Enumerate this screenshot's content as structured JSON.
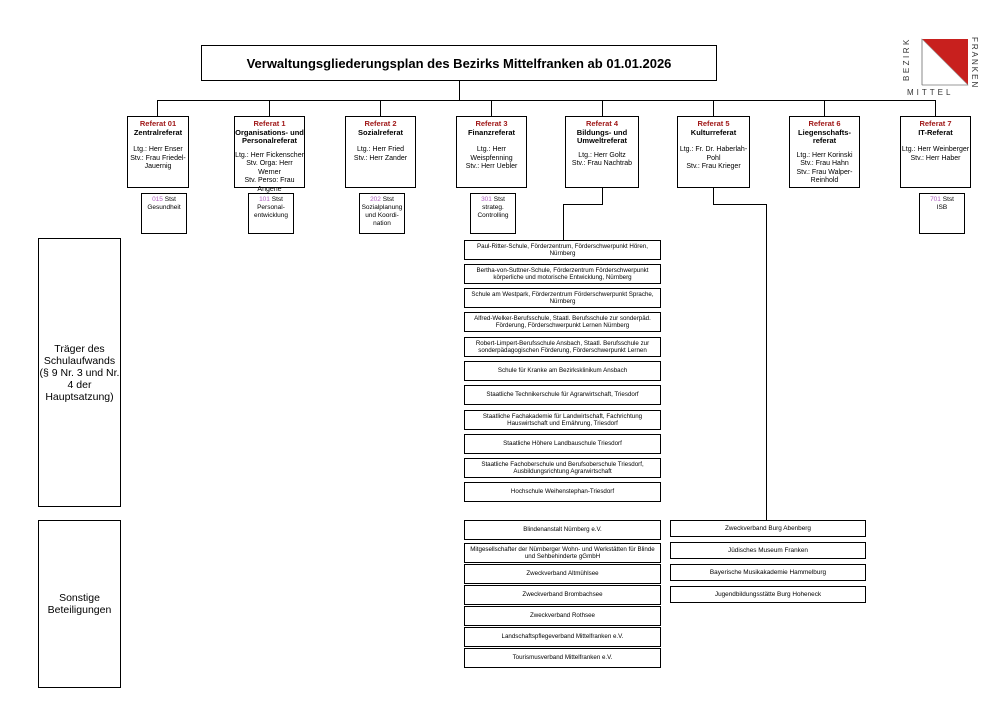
{
  "title": "Verwaltungsgliederungsplan des Bezirks Mittelfranken ab 01.01.2026",
  "logo": {
    "top": "BEZIRK",
    "left": "MITTEL",
    "right": "FRANKEN",
    "accent": "#c8201e"
  },
  "colors": {
    "referat_title": "#a01919",
    "stabsstelle_number": "#b060c0"
  },
  "referate": [
    {
      "id": "Referat 01",
      "name": "Zentralreferat",
      "lead": [
        "Ltg.: Herr Enser",
        "Stv.: Frau Friedel-",
        "Jauernig"
      ]
    },
    {
      "id": "Referat 1",
      "name": "Organisations- und Personalreferat",
      "lead": [
        "Ltg.: Herr Fickenscher",
        "Stv. Orga: Herr Werner",
        "Stv. Perso: Frau",
        "Angene"
      ]
    },
    {
      "id": "Referat 2",
      "name": "Sozialreferat",
      "lead": [
        "Ltg.: Herr Fried",
        "Stv.: Herr Zander"
      ]
    },
    {
      "id": "Referat 3",
      "name": "Finanzreferat",
      "lead": [
        "Ltg.: Herr",
        "Weispfenning",
        "Stv.: Herr Uebler"
      ]
    },
    {
      "id": "Referat 4",
      "name": "Bildungs- und Umweltreferat",
      "lead": [
        "Ltg.: Herr Goltz",
        "Stv.: Frau Nachtrab"
      ]
    },
    {
      "id": "Referat 5",
      "name": "Kulturreferat",
      "lead": [
        "Ltg.: Fr. Dr. Haberlah-",
        "Pohl",
        "Stv.: Frau Krieger"
      ]
    },
    {
      "id": "Referat 6",
      "name": "Liegenschafts-referat",
      "lead": [
        "Ltg.: Herr Korinski",
        "Stv.: Frau Hahn",
        "Stv.: Frau Walper-",
        "Reinhold"
      ]
    },
    {
      "id": "Referat 7",
      "name": "IT-Referat",
      "lead": [
        "Ltg.: Herr Weinberger",
        "Stv.: Herr Haber"
      ]
    }
  ],
  "stabsstellen": [
    {
      "num": "015",
      "label": "Stst",
      "text": "Gesundheit"
    },
    {
      "num": "101",
      "label": "Stst",
      "text": "Personal-entwicklung"
    },
    {
      "num": "202",
      "label": "Stst",
      "text": "Sozialplanung und Koordi-nation"
    },
    {
      "num": "301",
      "label": "Stst",
      "text": "strateg. Controlling"
    },
    {
      "num": "701",
      "label": "Stst",
      "text": "ISB"
    }
  ],
  "groups": {
    "schulaufwand": "Träger des Schulaufwands (§ 9 Nr. 3 und Nr. 4 der Hauptsatzung)",
    "beteiligungen": "Sonstige Beteiligungen"
  },
  "schulen": [
    "Paul-Ritter-Schule, Förderzentrum, Förderschwerpunkt Hören, Nürnberg",
    "Bertha-von-Suttner-Schule, Förderzentrum Förderschwerpunkt körperliche und motorische Entwicklung, Nürnberg",
    "Schule am Westpark, Förderzentrum Förderschwerpunkt Sprache, Nürnberg",
    "Alfred-Welker-Berufsschule, Staatl. Berufsschule zur sonderpäd. Förderung, Förderschwerpunkt Lernen Nürnberg",
    "Robert-Limpert-Berufsschule Ansbach, Staatl. Berufsschule zur sonderpädagogischen Förderung, Förderschwerpunkt Lernen",
    "Schule für Kranke am Bezirksklinikum Ansbach",
    "Staatliche Technikerschule für Agrarwirtschaft, Triesdorf",
    "Staatliche Fachakademie für Landwirtschaft, Fachrichtung Hauswirtschaft und Ernährung, Triesdorf",
    "Staatliche Höhere Landbauschule Triesdorf",
    "Staatliche Fachoberschule und Berufsoberschule Triesdorf, Ausbildungsrichtung Agrarwirtschaft",
    "Hochschule Weihenstephan-Triesdorf"
  ],
  "beteiligungen_ref4": [
    "Blindenanstalt Nürnberg e.V.",
    "Mitgesellschafter der Nürnberger Wohn- und Werkstätten für Blinde und Sehbehinderte gGmbH",
    "Zweckverband Altmühlsee",
    "Zweckverband Brombachsee",
    "Zweckverband Rothsee",
    "Landschaftspflegeverband Mittelfranken e.V.",
    "Tourismusverband Mittelfranken e.V."
  ],
  "beteiligungen_ref5": [
    "Zweckverband Burg Abenberg",
    "Jüdisches Museum Franken",
    "Bayerische Musikakademie Hammelburg",
    "Jugendbildungsstätte Burg Hoheneck"
  ]
}
